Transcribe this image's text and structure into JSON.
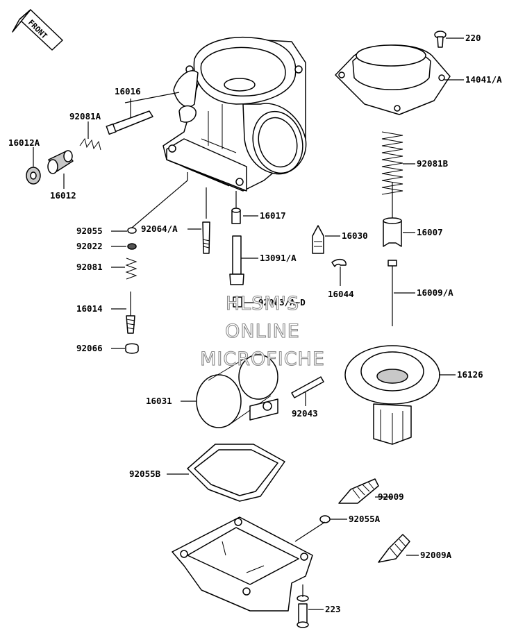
{
  "diagram": {
    "front_label": "FRONT",
    "watermark": {
      "line1": "HLSM'S",
      "line2": "ONLINE",
      "line3": "MICROFICHE"
    },
    "parts": {
      "p16016": "16016",
      "p92081A": "92081A",
      "p16012A": "16012A",
      "p16012": "16012",
      "p92055": "92055",
      "p92022": "92022",
      "p92081": "92081",
      "p16014": "16014",
      "p92066": "92066",
      "p92064A": "92064/A",
      "p16017": "16017",
      "p13091A": "13091/A",
      "p92063": "92063/A~D",
      "p16030": "16030",
      "p16044": "16044",
      "p16007": "16007",
      "p16009A": "16009/A",
      "p220": "220",
      "p14041A": "14041/A",
      "p92081B": "92081B",
      "p16126": "16126",
      "p16031": "16031",
      "p92043": "92043",
      "p92055B": "92055B",
      "p92009": "92009",
      "p92055A": "92055A",
      "p92009A": "92009A",
      "p223": "223"
    }
  }
}
